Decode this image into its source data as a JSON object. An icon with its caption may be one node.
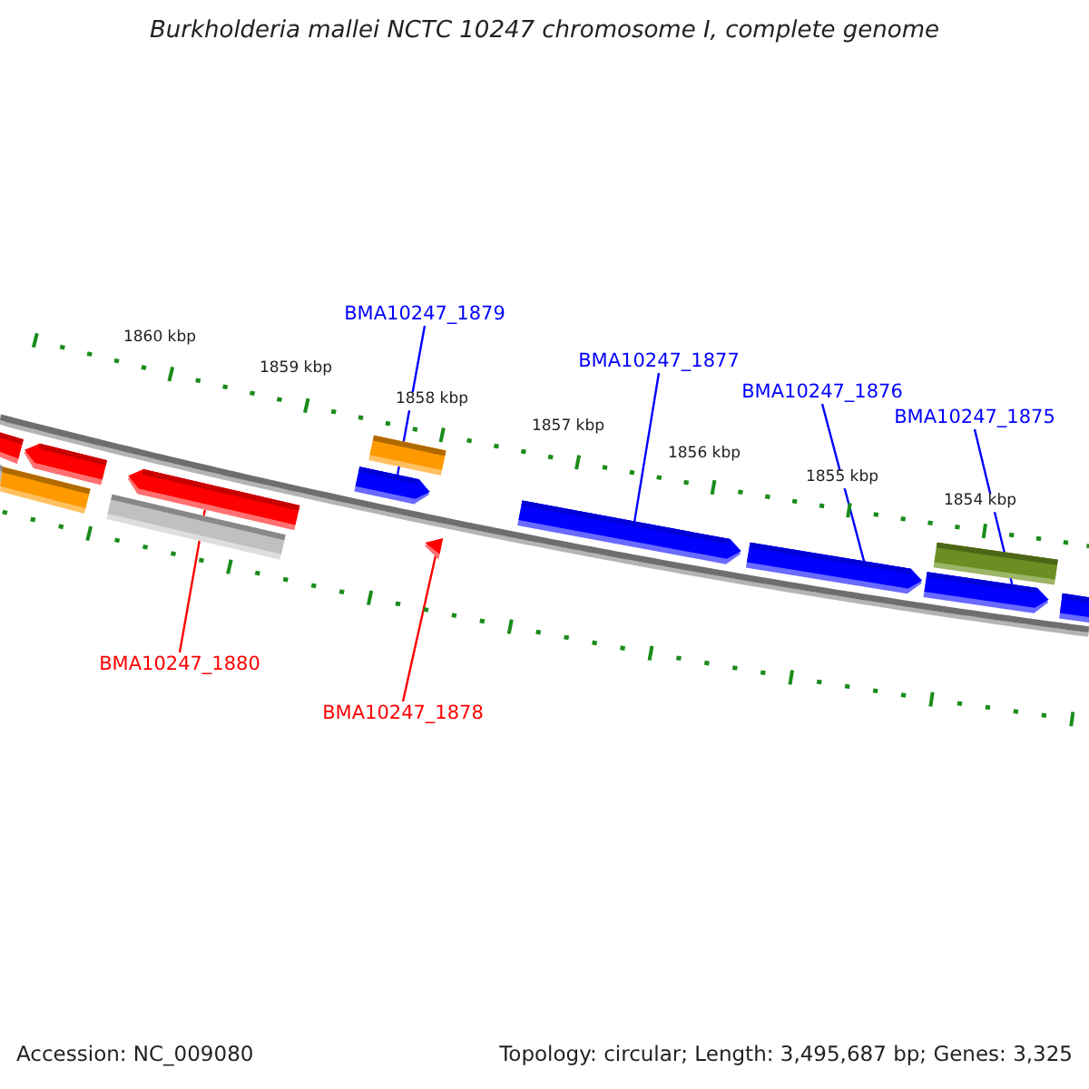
{
  "diagram": {
    "title": "Burkholderia mallei NCTC 10247 chromosome I, complete genome",
    "nodes": [
      {
        "text": [
          "BMA10247_1879"
        ]
      },
      {
        "text": [
          "BMA10247_1877"
        ]
      },
      {
        "text": [
          "BMA10247_1876"
        ]
      },
      {
        "text": [
          "BMA10247_1875"
        ]
      },
      {
        "text": [],
        "shape": "bar"
      },
      {
        "text": [],
        "shape": "bar"
      },
      {
        "text": [],
        "shape": "bar"
      },
      {
        "text": [],
        "shape": "bar"
      },
      {
        "text": [],
        "shape": "bar"
      },
      {
        "text": [],
        "shape": "bar"
      },
      {
        "text": [
          "BMA10247_1880"
        ]
      },
      {
        "text": [
          "BMA10247_1878"
        ]
      }
    ],
    "edges": [
      {
        "from": 0,
        "to": 4,
        "arrow": "none"
      },
      {
        "from": 1,
        "to": 6,
        "arrow": "none"
      },
      {
        "from": 2,
        "to": 8,
        "arrow": "none"
      },
      {
        "from": 3,
        "to": 9,
        "arrow": "none"
      },
      {
        "from": 10,
        "to": 5,
        "arrow": "none",
        "color": "#ff0000"
      },
      {
        "from": 11,
        "to": 7,
        "arrow": "none",
        "color": "#ff0000"
      }
    ],
    "labels": [
      "1860 kbp",
      "1859 kbp",
      "1858 kbp",
      "1857 kbp",
      "1856 kbp",
      "1855 kbp",
      "1854 kbp",
      "Accession: NC_009080",
      "Topology: circular; Length: 3,495,687 bp; Genes: 3,325"
    ]
  }
}
